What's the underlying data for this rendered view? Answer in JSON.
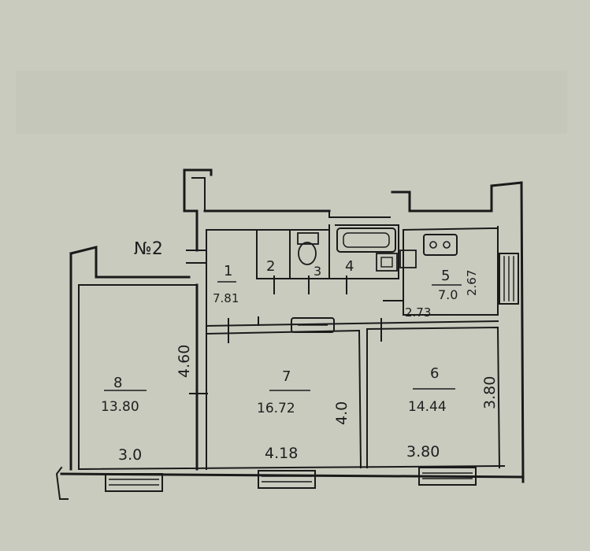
{
  "plan": {
    "apartment_label": "№2",
    "rooms": [
      {
        "id": "1",
        "number": "1",
        "area": "7.81"
      },
      {
        "id": "2",
        "number": "2",
        "area": ""
      },
      {
        "id": "3",
        "number": "3",
        "area": ""
      },
      {
        "id": "4",
        "number": "4",
        "area": ""
      },
      {
        "id": "5",
        "number": "5",
        "area": "7.0"
      },
      {
        "id": "6",
        "number": "6",
        "area": "14.44"
      },
      {
        "id": "7",
        "number": "7",
        "area": "16.72"
      },
      {
        "id": "8",
        "number": "8",
        "area": "13.80"
      }
    ],
    "dimensions": {
      "room8_width": "3.0",
      "room8_height": "4.60",
      "room7_width": "4.18",
      "room7_height": "4.0",
      "room6_width": "3.80",
      "room6_height": "3.80",
      "room5_width": "2.73",
      "room5_height": "2.67"
    },
    "colors": {
      "paper": "#c9cbbf",
      "ink": "#1a1a1a"
    }
  }
}
